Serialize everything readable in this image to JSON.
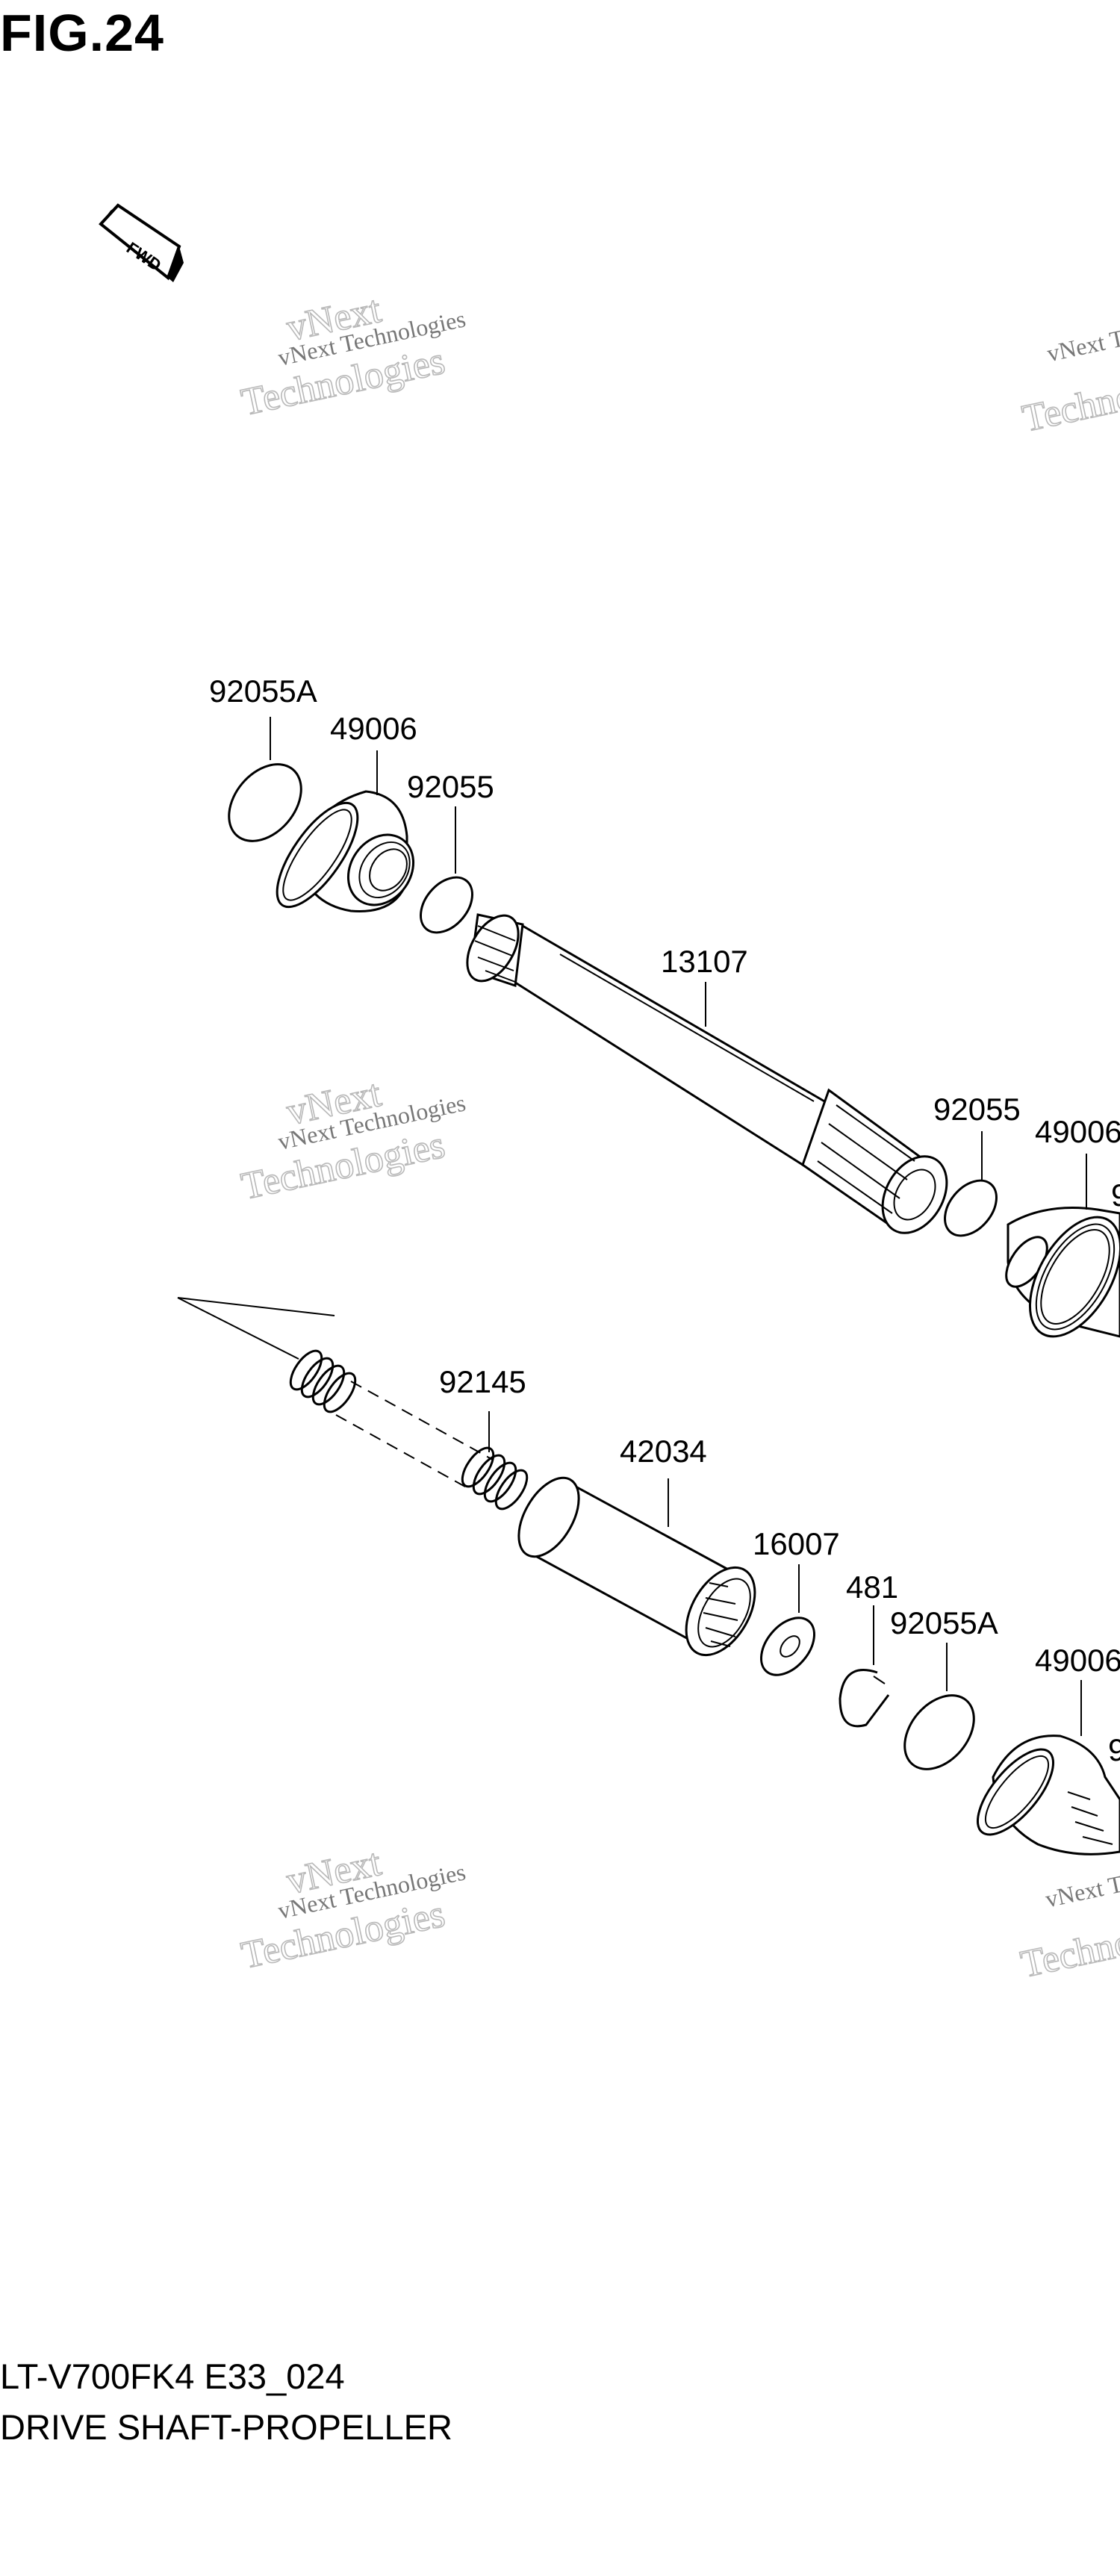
{
  "figure": {
    "title": "FIG.24"
  },
  "fwd_label": "FWD",
  "watermark": {
    "line1": "vNext Technologies",
    "line2": "vNext",
    "line3": "Technologies"
  },
  "part_labels": {
    "p92055A_top": "92055A",
    "p49006_top": "49006",
    "p92055_top": "92055",
    "p13107": "13107",
    "p92055_mid": "92055",
    "p49006_mid": "49006",
    "p49006_mid_cut": "9",
    "p92145": "92145",
    "p42034": "42034",
    "p16007": "16007",
    "p481": "481",
    "p92055A_bot": "92055A",
    "p49006_bot": "49006",
    "p49006_bot_cut": "9"
  },
  "footer": {
    "model_code": "LT-V700FK4 E33_024",
    "description": "DRIVE SHAFT-PROPELLER"
  }
}
